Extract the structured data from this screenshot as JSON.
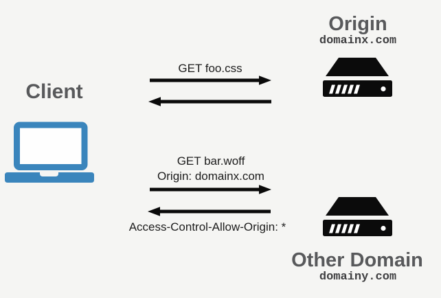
{
  "diagram_title": "CORS request flow diagram",
  "colors": {
    "background": "#f5f5f3",
    "heading_gray": "#58595b",
    "domain_text": "#3f3f41",
    "message_text": "#1c1c1c",
    "arrow_black": "#0a0a0a",
    "server_black": "#0b0b0b",
    "laptop_blue": "#3a85bc"
  },
  "client": {
    "label": "Client",
    "icon": "laptop-icon"
  },
  "origin_server": {
    "title": "Origin",
    "domain": "domainx.com",
    "icon": "server-icon"
  },
  "other_server": {
    "title": "Other Domain",
    "domain": "domainy.com",
    "icon": "server-icon"
  },
  "exchanges": [
    {
      "request_label": "GET foo.css",
      "request_sublabel": "",
      "response_label": ""
    },
    {
      "request_label": "GET bar.woff",
      "request_sublabel": "Origin: domainx.com",
      "response_label": "Access-Control-Allow-Origin: *"
    }
  ]
}
